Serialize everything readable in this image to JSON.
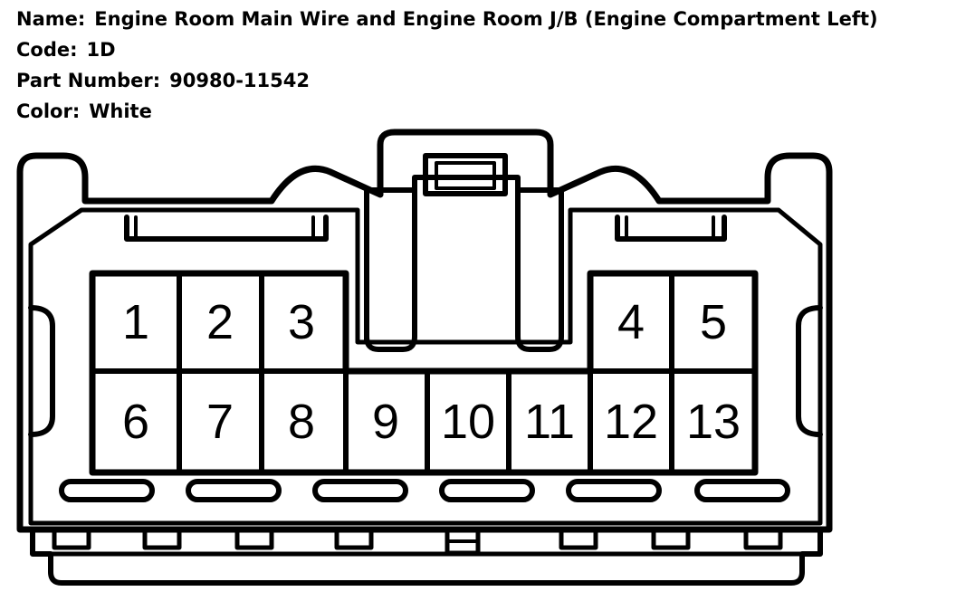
{
  "info": {
    "name_label": "Name:",
    "name_value": "Engine Room Main Wire and Engine Room J/B (Engine Compartment Left)",
    "code_label": "Code:",
    "code_value": "1D",
    "part_label": "Part Number:",
    "part_value": "90980-11542",
    "color_label": "Color:",
    "color_value": "White"
  },
  "pins": {
    "top_left": [
      "1",
      "2",
      "3"
    ],
    "top_right": [
      "4",
      "5"
    ],
    "bottom": [
      "6",
      "7",
      "8",
      "9",
      "10",
      "11",
      "12",
      "13"
    ]
  }
}
